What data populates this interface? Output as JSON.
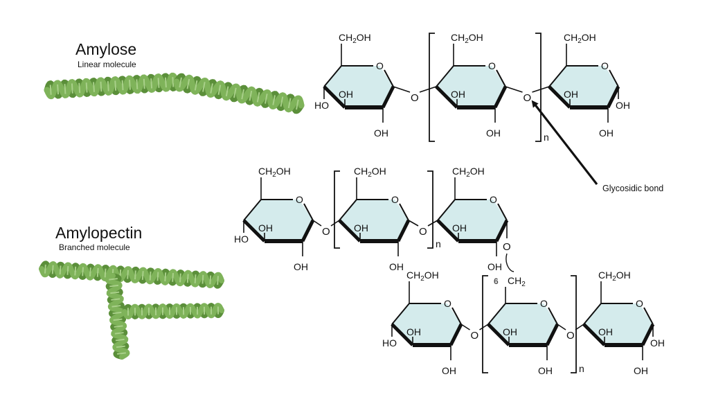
{
  "amylose": {
    "title": "Amylose",
    "subtitle": "Linear molecule"
  },
  "amylopectin": {
    "title": "Amylopectin",
    "subtitle": "Branched molecule"
  },
  "annotation": {
    "glycosidic_bond": "Glycosidic bond"
  },
  "chem": {
    "ch2oh_main": "CH",
    "ch2oh_sub": "2",
    "ch2oh_tail": "OH",
    "oh": "OH",
    "ho": "HO",
    "ring_o": "O",
    "bridge_o": "O",
    "repeat_n": "n",
    "carbon_six": "6",
    "ch2_main": "CH",
    "ch2_sub": "2"
  },
  "colors": {
    "ring_fill": "#d4ebec",
    "helix_green": "#7fb35a",
    "helix_dark": "#5b8f3a",
    "bond_dark": "#111111"
  }
}
